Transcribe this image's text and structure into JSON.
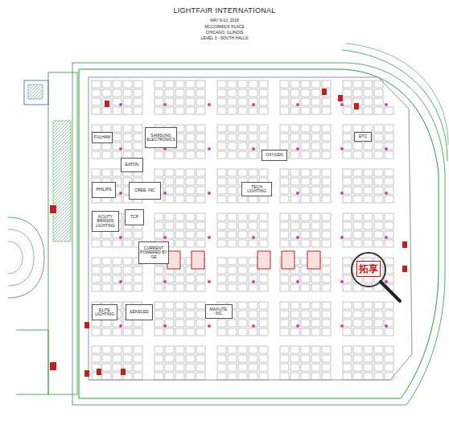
{
  "diagram": {
    "title": "LIGHTFAIR INTERNATIONAL",
    "nodes": [
      {
        "text": [
          "FULHAM"
        ]
      },
      {
        "text": [
          "SAMSUNG ELECTRONICS"
        ]
      },
      {
        "text": [
          "EATON"
        ]
      },
      {
        "text": [
          "OXYGEN"
        ]
      },
      {
        "text": [
          "ETC"
        ]
      },
      {
        "text": [
          "PHILIPS"
        ]
      },
      {
        "text": [
          "CREE, INC"
        ]
      },
      {
        "text": [
          "TECH LIGHTING"
        ]
      },
      {
        "text": [
          "ACUITY BRANDS LIGHTING"
        ]
      },
      {
        "text": [
          "TCP"
        ]
      },
      {
        "text": [
          "CURRENT POWERED BY GE"
        ]
      },
      {
        "text": [
          "拓享"
        ]
      },
      {
        "text": [
          "ELITE LIGHTING"
        ]
      },
      {
        "text": [
          "SENSLED"
        ]
      },
      {
        "text": [
          "MAXLITE, INC"
        ]
      }
    ],
    "labels": [
      "MAY 8-10, 2018",
      "MCCORMICK PLACE",
      "CHICAGO, ILLINOIS",
      "LEVEL 3 - SOUTH HALLS"
    ]
  }
}
